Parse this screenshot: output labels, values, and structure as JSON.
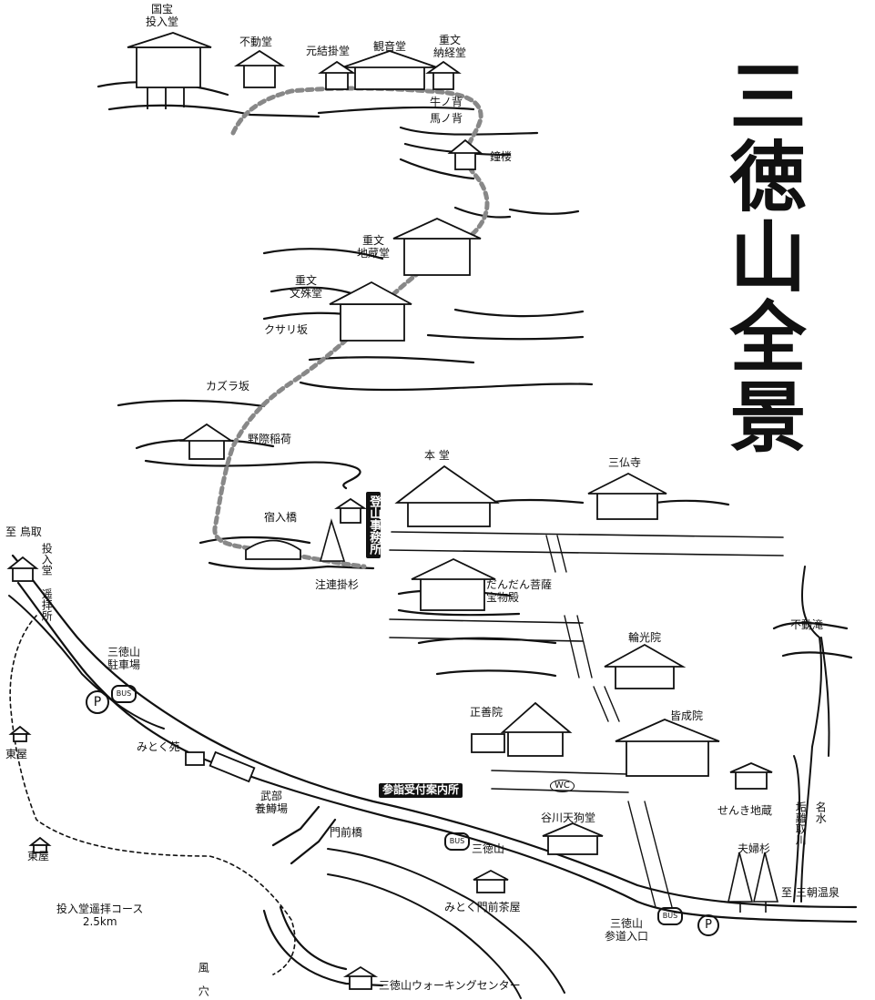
{
  "title": "三徳山全景",
  "top_area": {
    "nageiredo": "国宝\n投入堂",
    "fudodo": "不動堂",
    "motoyui": "元結掛堂",
    "kannondo": "観音堂",
    "nokyodo": "重文\n納経堂",
    "ushinose": "牛ノ背",
    "umanose": "馬ノ背",
    "shoro": "鐘楼"
  },
  "mid_area": {
    "jizodo": "重文\n地蔵堂",
    "monjudo": "重文\n文殊堂",
    "kusarizaka": "クサリ坂",
    "kazurazaka": "カズラ坂",
    "nogiwa_inari": "野際稲荷",
    "shukuiribashi": "宿入橋",
    "shimekakesugi": "注連掛杉",
    "tozan_jimusho": "登山事務所"
  },
  "temple_area": {
    "hondo": "本 堂",
    "sanbutsuji": "三仏寺",
    "dandan": "だんだん菩薩\n宝物殿",
    "rinkoin": "輪光院",
    "shozenin": "正善院",
    "kaijoin": "皆成院",
    "sankei_info": "参詣受付案内所",
    "wc": "WC",
    "tanigawa": "谷川天狗堂",
    "senki_jizo": "せんき地蔵"
  },
  "right_area": {
    "fudotaki": "不動滝",
    "korinamizu": "垢離取川",
    "meisui": "名水",
    "meoto_sugi": "夫婦杉",
    "to_asahi": "至 三朝温泉"
  },
  "left_area": {
    "to_tottori": "至 鳥取",
    "yohaisho": "投入堂\n遥拝所",
    "parking": "三徳山\n駐車場",
    "azumaya1": "東屋",
    "azumaya2": "東屋",
    "mitokuen": "みとく苑",
    "yokeijo": "武部\n養鱒場",
    "monzenbashi": "門前橋",
    "bus_stop": "三徳山",
    "chaya": "みとく門前茶屋",
    "course": "投入堂遥拝コース\n2.5km",
    "fuketsu": "風\n穴",
    "walking_center": "三徳山ウォーキングセンター",
    "sando_iriguchi": "三徳山\n参道入口"
  },
  "symbols": {
    "parking_letter": "P",
    "bus_letter": "BUS"
  }
}
